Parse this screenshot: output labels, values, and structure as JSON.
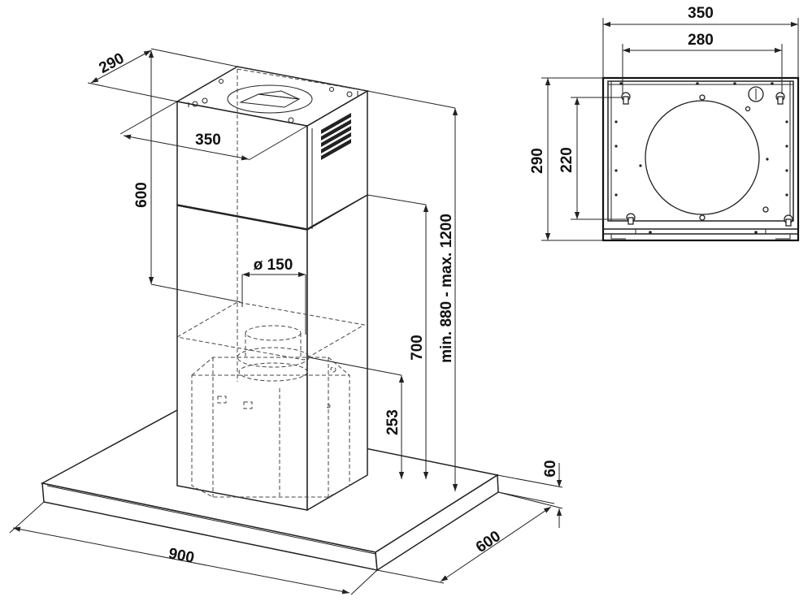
{
  "hood_dimensions": {
    "chimney_depth": "290",
    "chimney_width": "350",
    "chimney_upper_height": "600",
    "outlet_diameter": "ø 150",
    "chimney_lower_height": "700",
    "motor_height": "253",
    "total_height": "min. 880 - max. 1200",
    "canopy_thickness": "60",
    "canopy_width": "900",
    "canopy_depth": "600"
  },
  "bracket_dimensions": {
    "outer_width": "350",
    "hole_spacing_width": "280",
    "outer_height": "290",
    "hole_spacing_height": "220"
  }
}
